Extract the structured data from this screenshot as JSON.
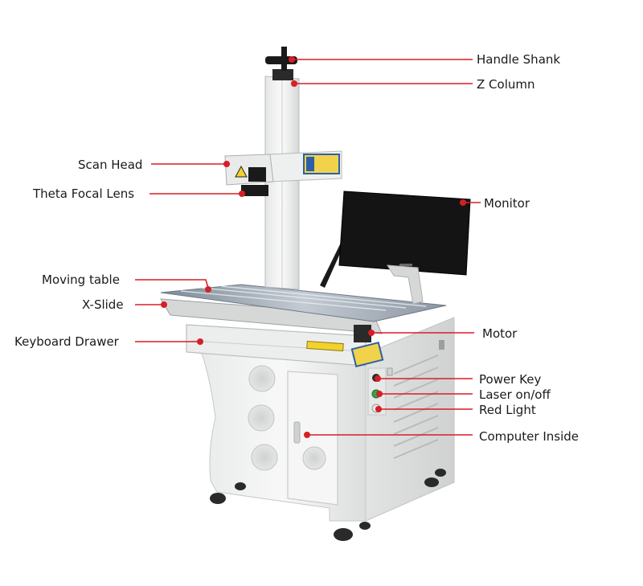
{
  "colors": {
    "leader": "#d61f26",
    "machine_body": "#f1f2f1",
    "machine_shadow": "#d9dbdb",
    "monitor": "#141414",
    "logo_plate": "#2d5fa8",
    "text": "#1a1a1a"
  },
  "labels": {
    "handle_shank": "Handle Shank",
    "z_column": "Z Column",
    "scan_head": "Scan Head",
    "theta_focal_lens": "Theta Focal Lens",
    "monitor": "Monitor",
    "moving_table": "Moving table",
    "x_slide": "X-Slide",
    "keyboard_drawer": "Keyboard Drawer",
    "motor": "Motor",
    "power_key": "Power Key",
    "laser_on_off": "Laser on/off",
    "red_light": "Red Light",
    "computer_inside": "Computer Inside"
  }
}
